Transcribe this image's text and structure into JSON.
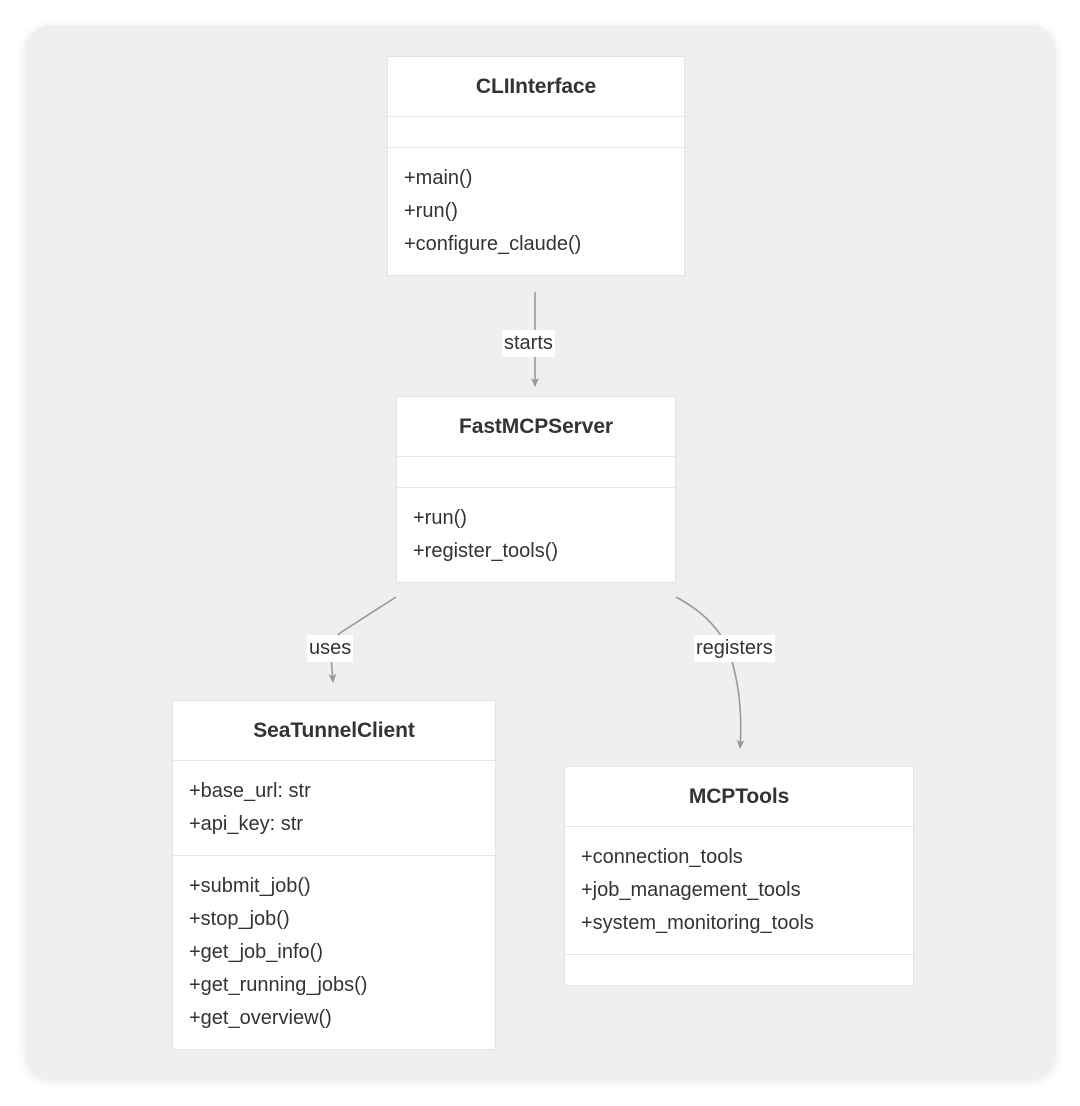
{
  "diagram": {
    "kind": "uml-class-diagram",
    "background_color": "#f0efed",
    "node_fill": "#ffffff",
    "node_border_color": "#e3e3e3",
    "text_color": "#333333",
    "edge_color": "#999999",
    "classes": [
      {
        "id": "cliinterface",
        "name": "CLIInterface",
        "attributes": [],
        "methods": [
          "+main()",
          "+run()",
          "+configure_claude()"
        ]
      },
      {
        "id": "fastmcpserver",
        "name": "FastMCPServer",
        "attributes": [],
        "methods": [
          "+run()",
          "+register_tools()"
        ]
      },
      {
        "id": "seatunnelclient",
        "name": "SeaTunnelClient",
        "attributes": [
          "+base_url: str",
          "+api_key: str"
        ],
        "methods": [
          "+submit_job()",
          "+stop_job()",
          "+get_job_info()",
          "+get_running_jobs()",
          "+get_overview()"
        ]
      },
      {
        "id": "mcptools",
        "name": "MCPTools",
        "attributes": [
          "+connection_tools",
          "+job_management_tools",
          "+system_monitoring_tools"
        ],
        "methods": []
      }
    ],
    "relations": [
      {
        "id": "starts",
        "from": "cliinterface",
        "to": "fastmcpserver",
        "label": "starts"
      },
      {
        "id": "uses",
        "from": "fastmcpserver",
        "to": "seatunnelclient",
        "label": "uses"
      },
      {
        "id": "registers",
        "from": "fastmcpserver",
        "to": "mcptools",
        "label": "registers"
      }
    ]
  }
}
